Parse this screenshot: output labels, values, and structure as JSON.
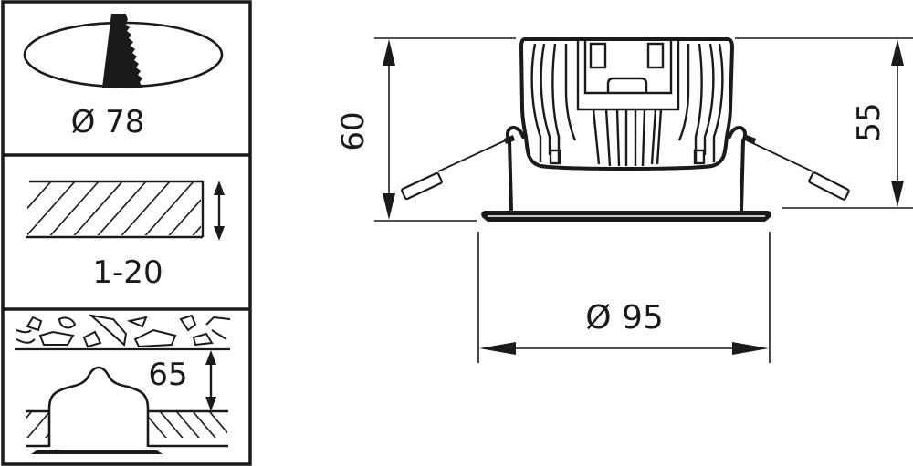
{
  "diagram": {
    "type": "technical-dimension-drawing",
    "subject": "recessed downlight luminaire",
    "unit_note": "dimensions shown without units",
    "installation_panels": [
      {
        "id": "cutout",
        "icon": "saw-cutout-icon",
        "label": "Ø 78",
        "meaning": "ceiling cut-out diameter"
      },
      {
        "id": "ceiling-thickness",
        "icon": "ceiling-board-icon",
        "label": "1-20",
        "meaning": "ceiling thickness range"
      },
      {
        "id": "recess-depth",
        "icon": "recess-clearance-icon",
        "label": "65",
        "meaning": "required recess depth"
      }
    ],
    "main_view": {
      "dimensions": {
        "total_height": "60",
        "body_height": "55",
        "flange_diameter": "Ø 95"
      }
    },
    "colors": {
      "line": "#1a1a1a",
      "background": "#ffffff"
    }
  }
}
